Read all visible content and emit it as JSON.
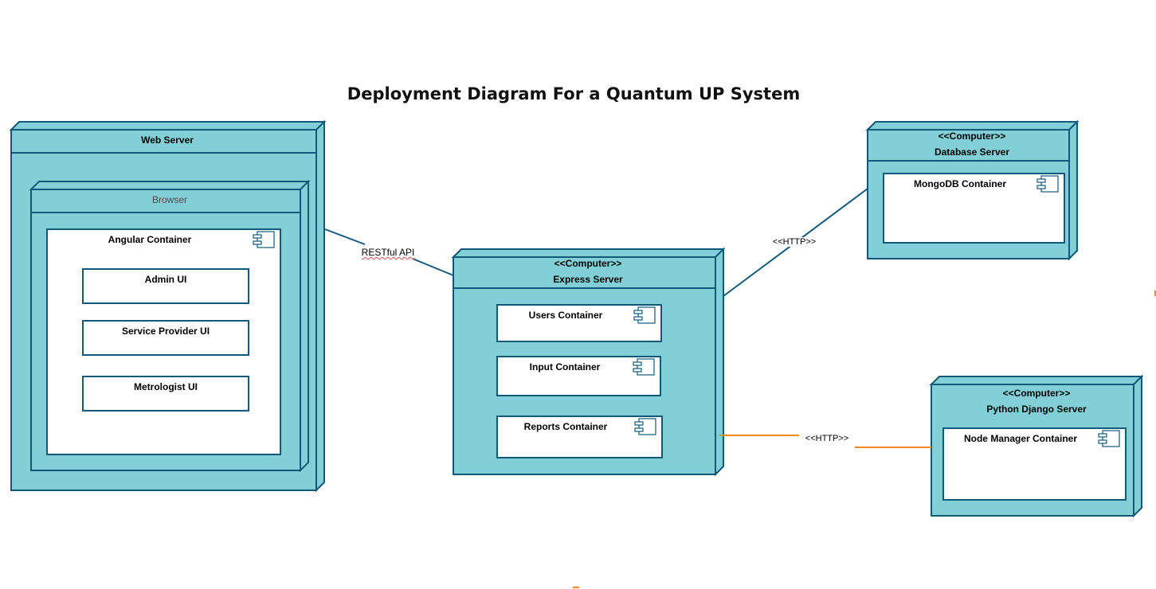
{
  "title": "Deployment Diagram For a Quantum UP System",
  "colors": {
    "node_fill": "#82CFD8",
    "node_stroke": "#10597A",
    "container_fill": "#FFFFFF",
    "connector_blue": "#10597A",
    "connector_orange": "#F08A24"
  },
  "nodes": {
    "web_server": {
      "name": "Web Server",
      "browser": {
        "name": "Browser",
        "angular_container": {
          "name": "Angular Container",
          "items": [
            "Admin UI",
            "Service Provider UI",
            "Metrologist UI"
          ]
        }
      }
    },
    "express_server": {
      "stereotype": "<<Computer>>",
      "name": "Express Server",
      "containers": [
        "Users Container",
        "Input Container",
        "Reports Container"
      ]
    },
    "database_server": {
      "stereotype": "<<Computer>>",
      "name": "Database Server",
      "container": "MongoDB Container"
    },
    "django_server": {
      "stereotype": "<<Computer>>",
      "name": "Python Django Server",
      "container": "Node Manager Container"
    }
  },
  "connectors": {
    "restful": "RESTful API",
    "http_db": "<<HTTP>>",
    "http_django": "<<HTTP>>"
  },
  "icons": {
    "component": "component-icon"
  }
}
